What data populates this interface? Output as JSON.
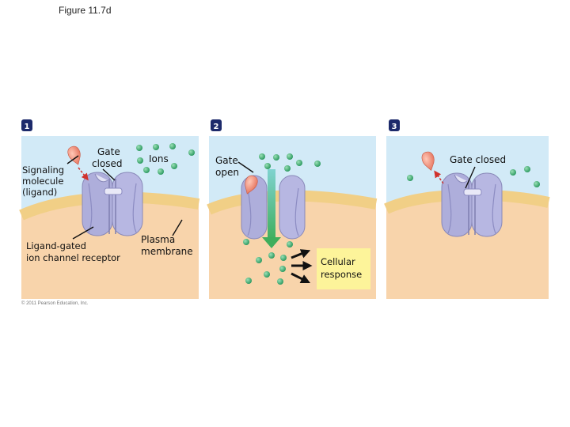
{
  "figure_title": "Figure 11.7d",
  "copyright": "© 2011 Pearson Education, Inc.",
  "colors": {
    "water": "#d2eaf7",
    "cytoplasm": "#f8d4ab",
    "membrane": "#f3d79a",
    "channel": "#aeaedb",
    "ion": "#2e9b62",
    "ligand": "#ee8a74",
    "step_badge": "#1d2a6b",
    "flow_arrow": "#41b36e",
    "response_box": "#fdf49a"
  },
  "panels": [
    {
      "step": "1",
      "labels": {
        "gate": [
          "Gate",
          "closed"
        ],
        "ions": "Ions",
        "ligand": [
          "Signaling",
          "molecule",
          "(ligand)"
        ],
        "receptor": [
          "Ligand-gated",
          "ion channel receptor"
        ],
        "membrane": [
          "Plasma",
          "membrane"
        ]
      }
    },
    {
      "step": "2",
      "labels": {
        "gate": [
          "Gate",
          "open"
        ],
        "response": [
          "Cellular",
          "response"
        ]
      }
    },
    {
      "step": "3",
      "labels": {
        "gate": "Gate closed"
      }
    }
  ]
}
